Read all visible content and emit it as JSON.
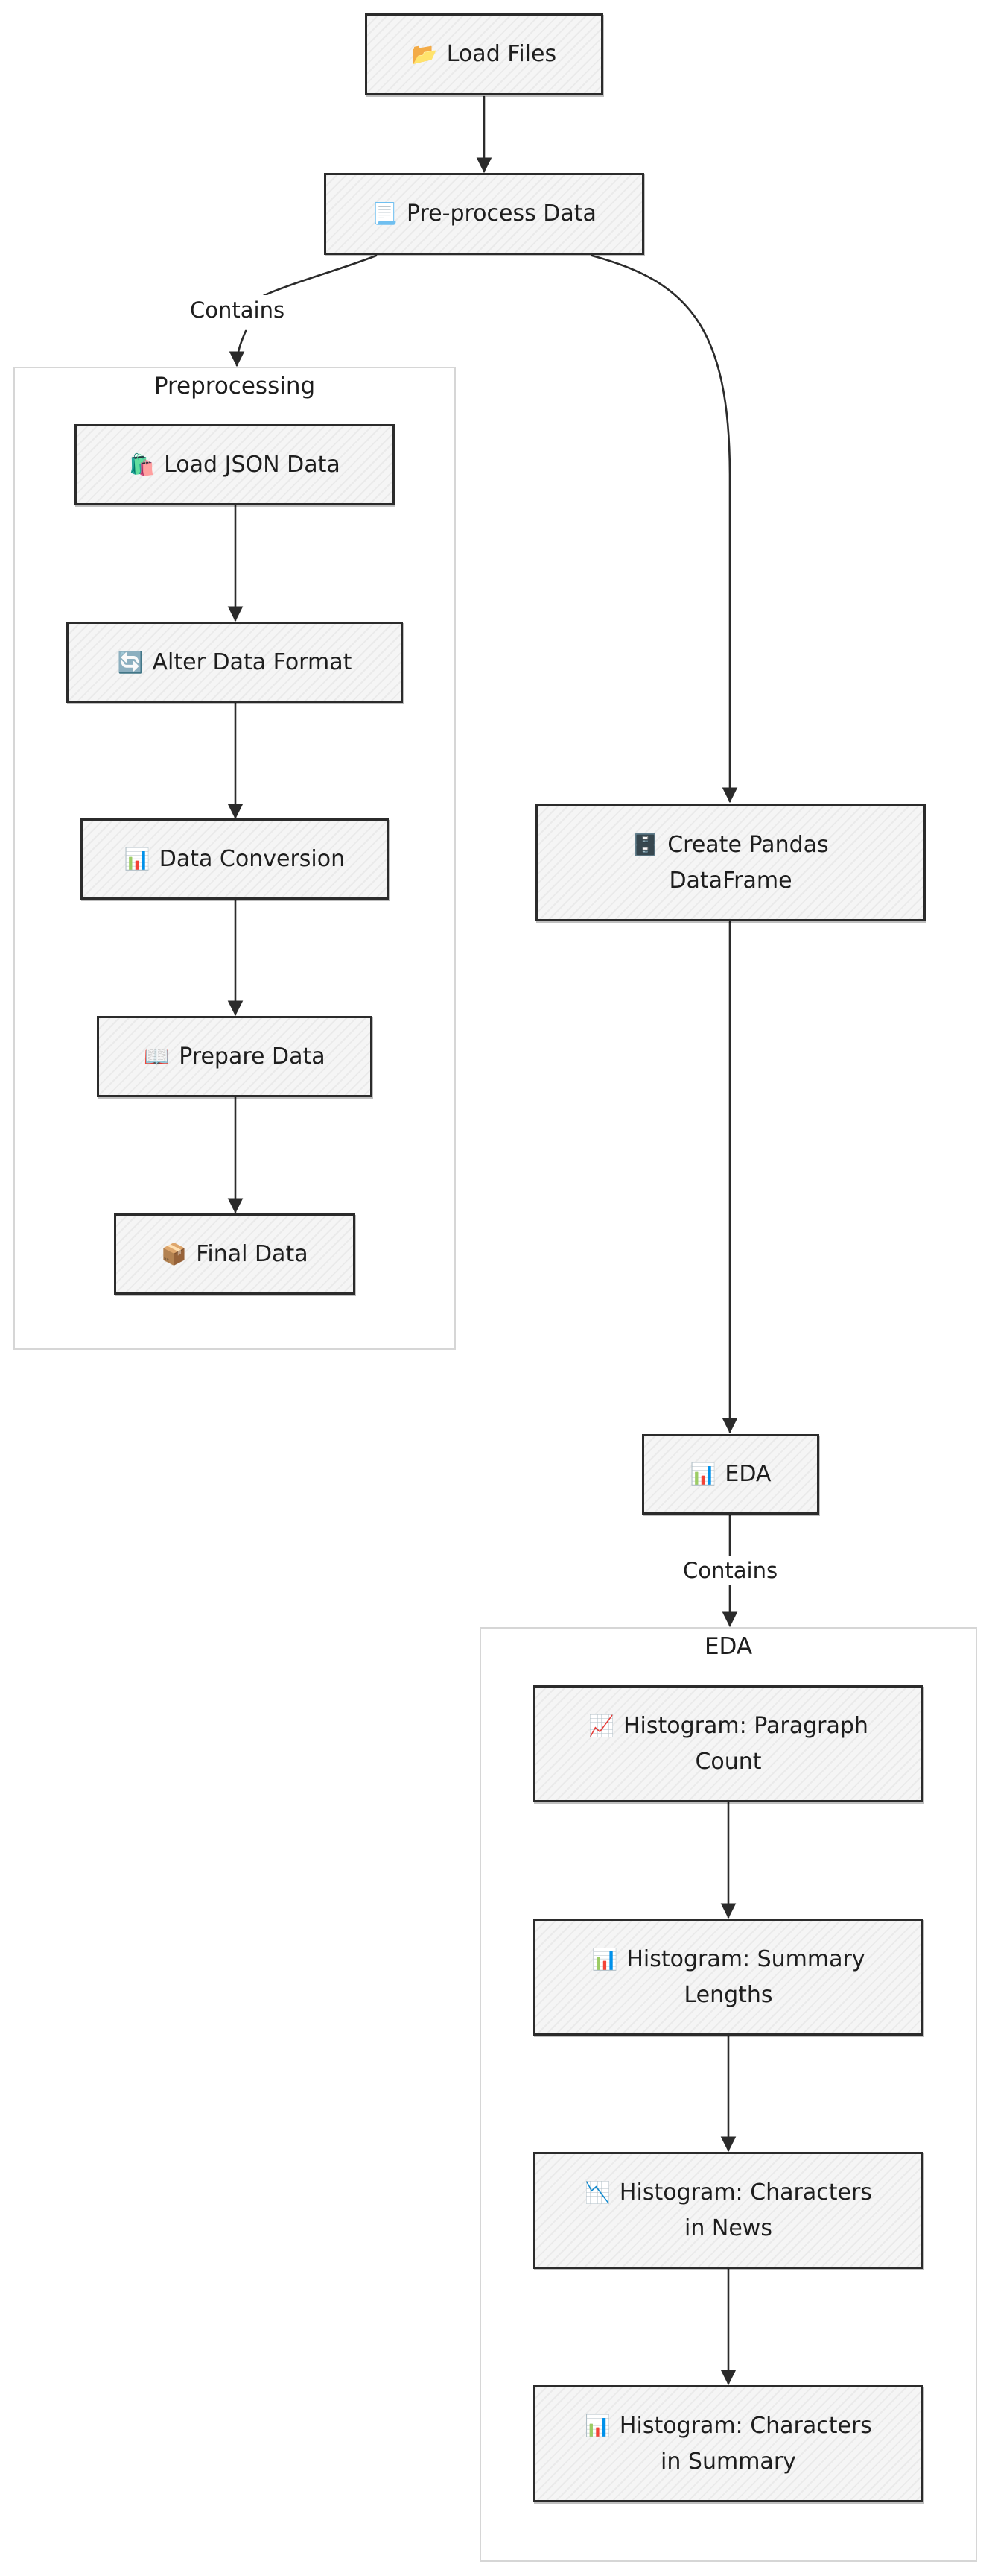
{
  "nodes": {
    "load_files": {
      "icon": "📂",
      "label": "Load Files"
    },
    "preprocess": {
      "icon": "📃",
      "label": "Pre-process Data"
    },
    "load_json": {
      "icon": "🛍️",
      "label": "Load JSON Data"
    },
    "alter_format": {
      "icon": "🔄",
      "label": "Alter Data Format"
    },
    "data_conversion": {
      "icon": "📊",
      "label": "Data Conversion"
    },
    "prepare_data": {
      "icon": "📖",
      "label": "Prepare Data"
    },
    "final_data": {
      "icon": "📦",
      "label": "Final Data"
    },
    "create_df_line1": {
      "icon": "🗄️",
      "label": "Create Pandas"
    },
    "create_df_line2": {
      "label": "DataFrame"
    },
    "eda": {
      "icon": "📊",
      "label": "EDA"
    },
    "hist_paragraph_line1": {
      "icon": "📈",
      "label": "Histogram: Paragraph"
    },
    "hist_paragraph_line2": {
      "label": "Count"
    },
    "hist_summary_len_line1": {
      "icon": "📊",
      "label": "Histogram: Summary"
    },
    "hist_summary_len_line2": {
      "label": "Lengths"
    },
    "hist_chars_news_line1": {
      "icon": "📉",
      "label": "Histogram: Characters"
    },
    "hist_chars_news_line2": {
      "label": "in News"
    },
    "hist_chars_summary_line1": {
      "icon": "📊",
      "label": "Histogram: Characters"
    },
    "hist_chars_summary_line2": {
      "label": "in Summary"
    }
  },
  "clusters": {
    "preprocessing": {
      "title": "Preprocessing"
    },
    "eda": {
      "title": "EDA"
    }
  },
  "edge_labels": {
    "contains_pre": "Contains",
    "contains_eda": "Contains"
  },
  "colors": {
    "node_fill": "#f5f5f5",
    "node_stroke": "#2b2b2b",
    "cluster_stroke": "#d6d6d6",
    "edge": "#2b2b2b"
  }
}
